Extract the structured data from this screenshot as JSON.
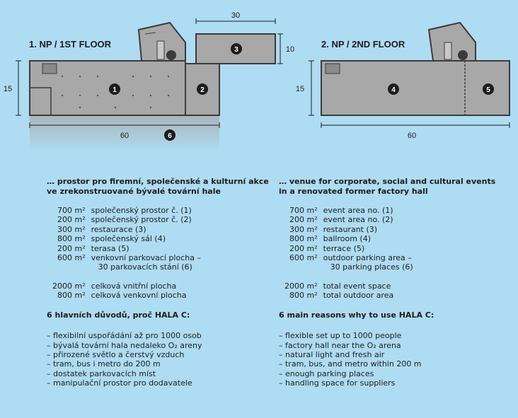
{
  "floor1": {
    "title": "1. NP / 1ST FLOOR",
    "dims": {
      "width_main": "60",
      "depth": "15",
      "terrace_width": "30",
      "terrace_depth": "10"
    },
    "markers": [
      "1",
      "2",
      "3",
      "6"
    ]
  },
  "floor2": {
    "title": "2. NP / 2ND FLOOR",
    "dims": {
      "width": "60",
      "depth": "15"
    },
    "markers": [
      "4",
      "5"
    ]
  },
  "colors": {
    "background": "#aedcf2",
    "floor_fill": "#a8a8a8",
    "wall": "#3b3b3b",
    "marker": "#1d1d1b",
    "parking_fill": "#e0e8ec"
  },
  "czech": {
    "heading_line1": "… prostor pro firemní, společenské a kulturní akce",
    "heading_line2": "ve zrekonstruované bývalé tovární hale",
    "areas": [
      {
        "qty": "700 m²",
        "text": "společenský prostor č. (1)"
      },
      {
        "qty": "200 m²",
        "text": "společenský prostor č. (2)"
      },
      {
        "qty": "300 m²",
        "text": "restaurace (3)"
      },
      {
        "qty": "800 m²",
        "text": "společenský sál (4)"
      },
      {
        "qty": "200 m²",
        "text": "terasa (5)"
      },
      {
        "qty": "600 m²",
        "text": "venkovní parkovací plocha –"
      },
      {
        "qty": "",
        "text": "30 parkovacích stání (6)"
      }
    ],
    "totals": [
      {
        "qty": "2000 m²",
        "text": "celková vnitřní plocha"
      },
      {
        "qty": "800 m²",
        "text": "celková venkovní plocha"
      }
    ],
    "reasons_title": "6 hlavních důvodů, proč HALA C:",
    "reasons": [
      "– flexibilní uspořádání až pro 1000 osob",
      "– bývalá tovární hala nedaleko O₂ areny",
      "– přirozené světlo a čerstvý vzduch",
      "– tram, bus i metro do 200 m",
      "– dostatek parkovacích míst",
      "– manipulační prostor pro dodavatele"
    ]
  },
  "english": {
    "heading_line1": "… venue for corporate, social and cultural events",
    "heading_line2": "in a renovated former factory hall",
    "areas": [
      {
        "qty": "700 m²",
        "text": "event area no. (1)"
      },
      {
        "qty": "200 m²",
        "text": "event area no. (2)"
      },
      {
        "qty": "300 m²",
        "text": "restaurant (3)"
      },
      {
        "qty": "800 m²",
        "text": "ballroom (4)"
      },
      {
        "qty": "200 m²",
        "text": "terrace (5)"
      },
      {
        "qty": "600 m²",
        "text": "outdoor parking area –"
      },
      {
        "qty": "",
        "text": "30 parking places (6)"
      }
    ],
    "totals": [
      {
        "qty": "2000 m²",
        "text": "total event space"
      },
      {
        "qty": "800 m²",
        "text": "total outdoor area"
      }
    ],
    "reasons_title": "6 main reasons why to use HALA C:",
    "reasons": [
      "– flexible set up to 1000 people",
      "– factory hall near the O₂ arena",
      "– natural light and fresh air",
      "– tram, bus, and metro within 200 m",
      "– enough parking places",
      "– handling space for suppliers"
    ]
  }
}
